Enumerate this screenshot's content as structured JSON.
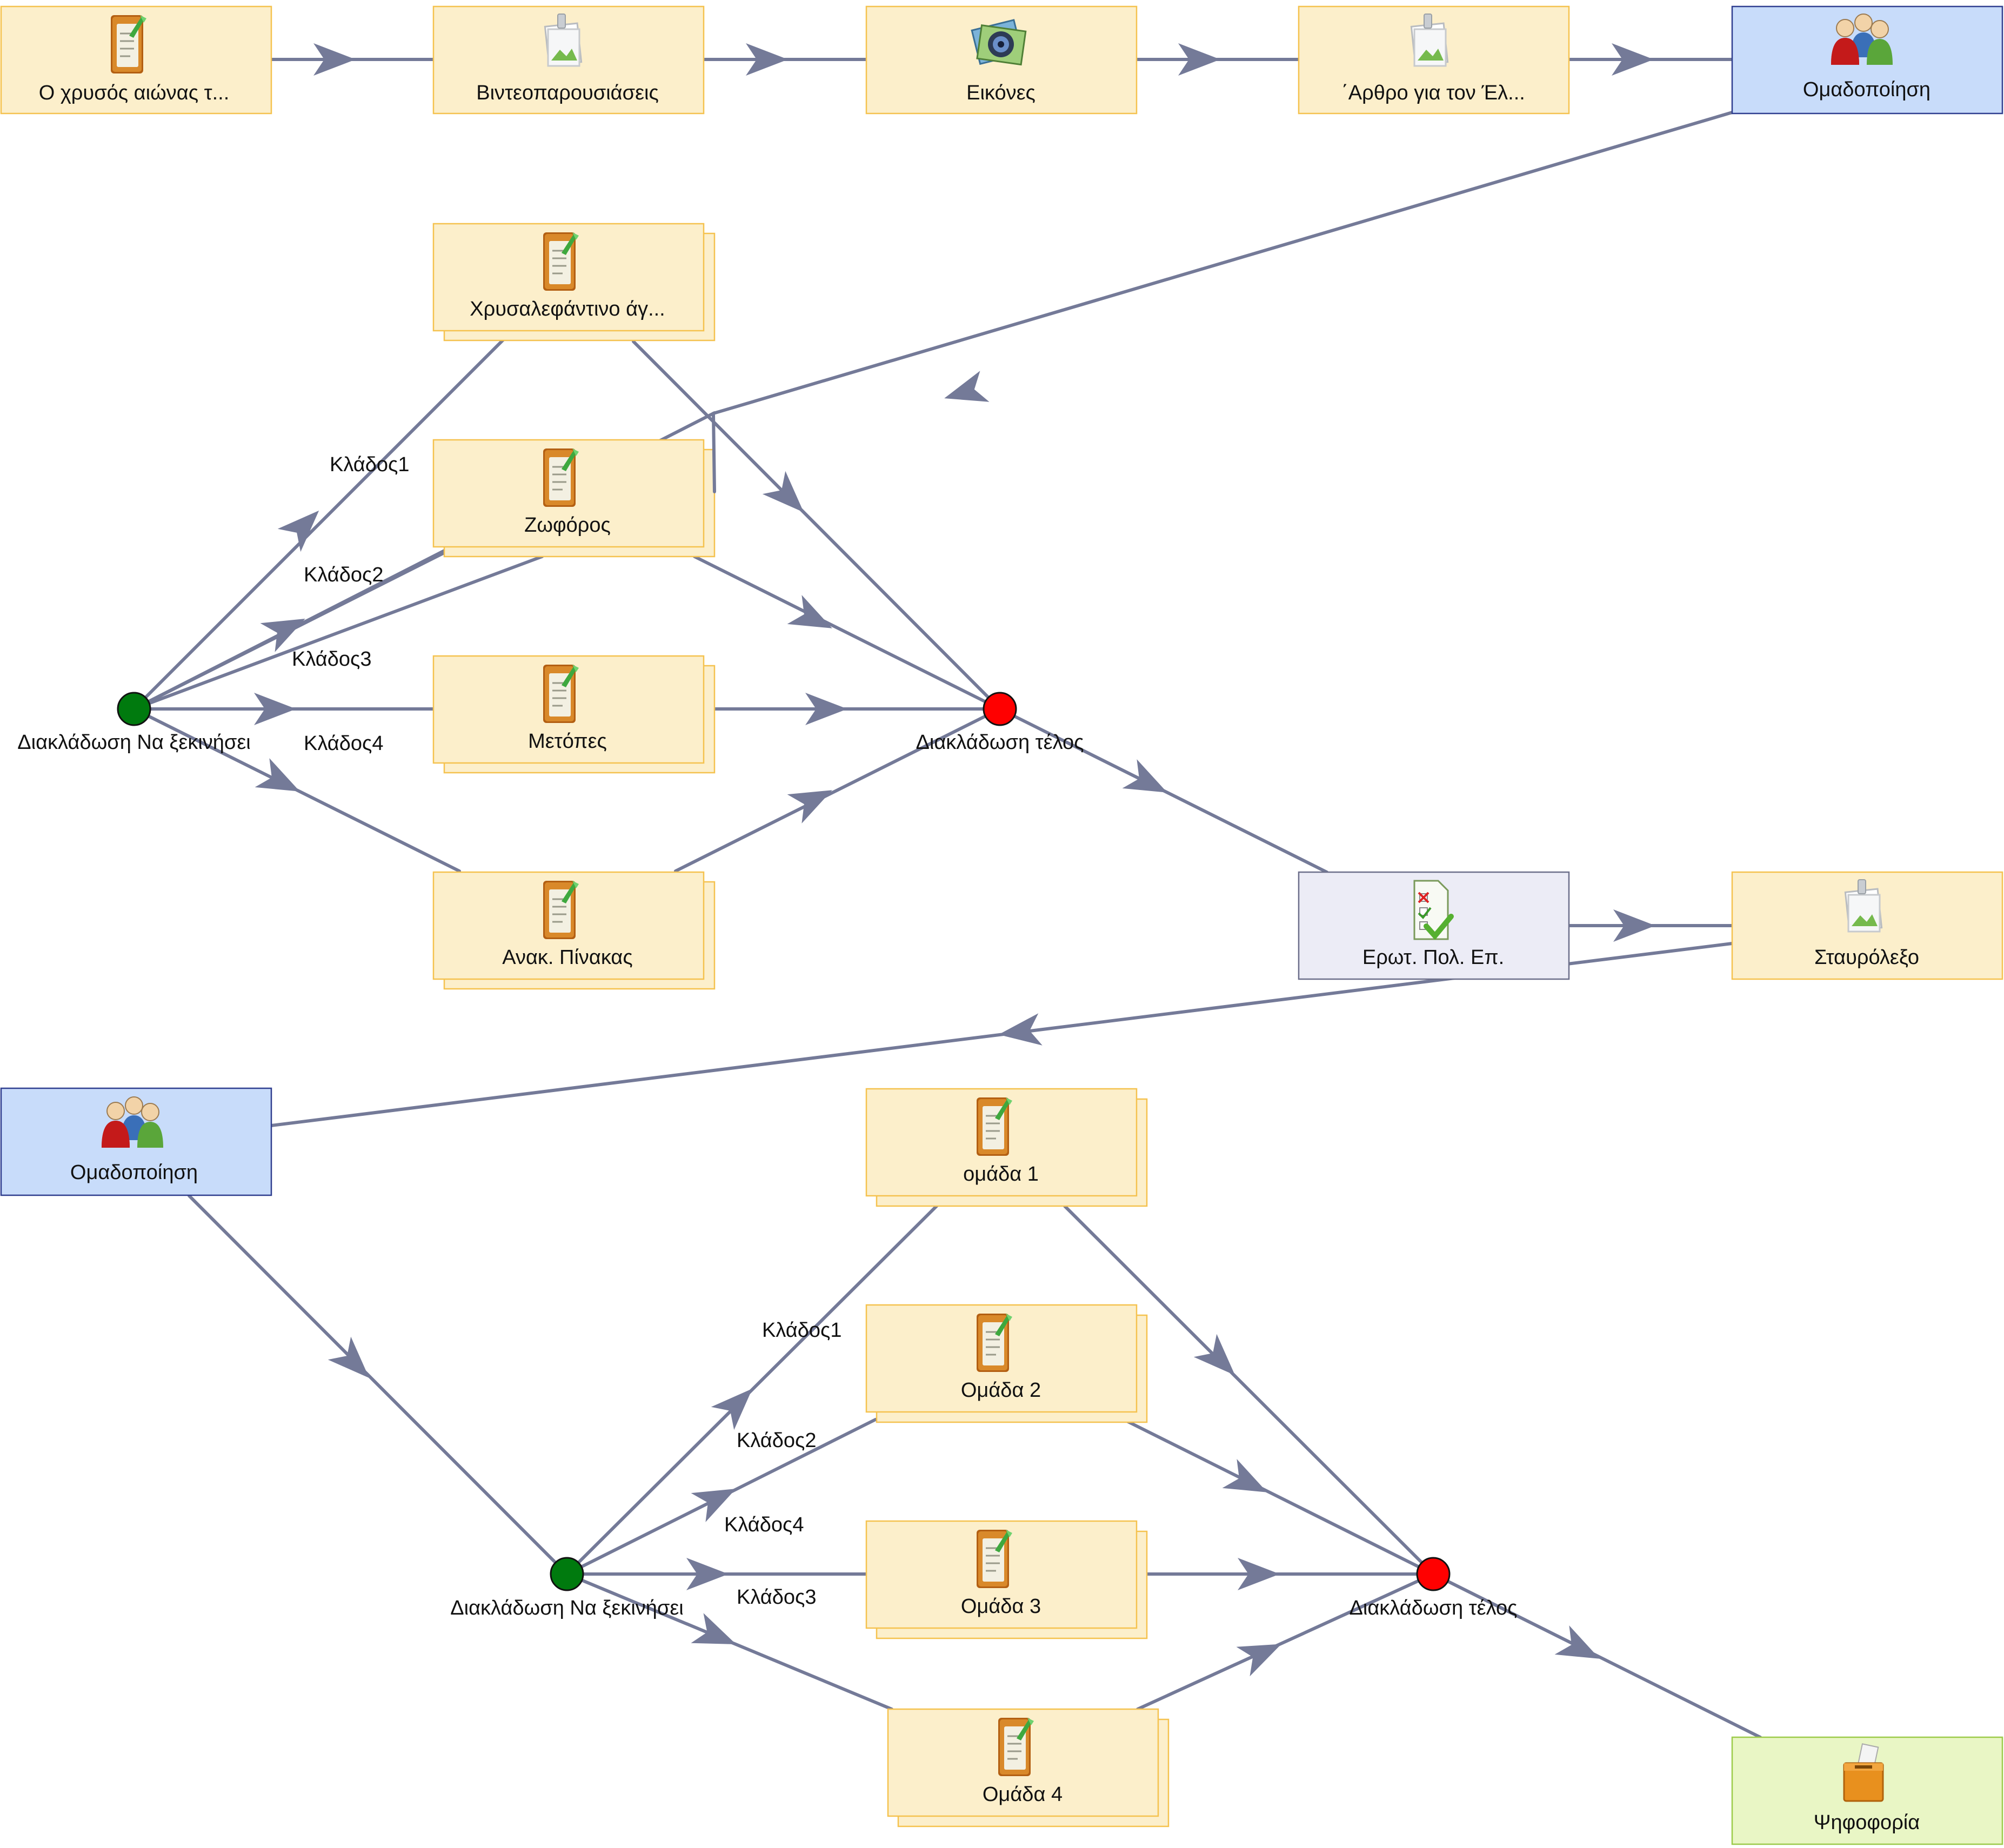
{
  "diagram": {
    "nodes": {
      "golden_age": "Ο χρυσός αιώνας τ...",
      "video_presentations": "Βιντεοπαρουσιάσεις",
      "images": "Εικόνες",
      "article": "΄Αρθρο για τον Έλ...",
      "grouping_top": "Ομαδοποίηση",
      "chryselephantine": "Χρυσαλεφάντινο άγ...",
      "frieze": "Ζωφόρος",
      "metopes": "Μετόπες",
      "notice_board": "Ανακ. Πίνακας",
      "quiz": "Ερωτ. Πολ. Επ.",
      "crossword": "Σταυρόλεξο",
      "grouping_bottom": "Ομαδοποίηση",
      "group1": "ομάδα 1",
      "group2": "Ομάδα 2",
      "group3": "Ομάδα 3",
      "group4": "Ομάδα 4",
      "vote": "Ψηφοφορία"
    },
    "gates": {
      "branch_start_1": "Διακλάδωση Να ξεκινήσει",
      "branch_end_1": "Διακλάδωση τέλος",
      "branch_start_2": "Διακλάδωση Να ξεκινήσει",
      "branch_end_2": "Διακλάδωση τέλος"
    },
    "branch_labels_1": [
      "Κλάδος1",
      "Κλάδος2",
      "Κλάδος3",
      "Κλάδος4"
    ],
    "branch_labels_2": [
      "Κλάδος1",
      "Κλάδος2",
      "Κλάδος4",
      "Κλάδος3"
    ]
  },
  "colors": {
    "edge": "#747a98",
    "activity_fill": "#fcefcb",
    "activity_border": "#f5c24f",
    "grouping_fill": "#c8dcfa",
    "quiz_fill": "#ececf6",
    "vote_fill": "#e9f6c5",
    "gate_start": "#007a0e",
    "gate_end": "#ff0000"
  },
  "icons": {
    "activity": "notebook-icon",
    "resource": "picture-icon",
    "images": "photo-stack-icon",
    "grouping": "people-icon",
    "quiz": "checklist-icon",
    "vote": "ballot-box-icon"
  }
}
